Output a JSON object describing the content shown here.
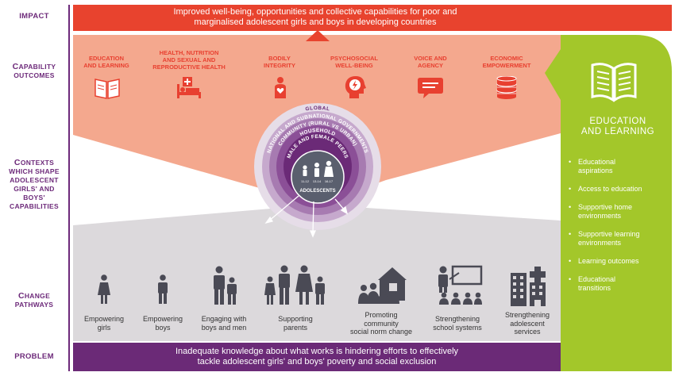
{
  "left_labels": {
    "impact": "IMPACT",
    "capability_first": "C",
    "capability_rest": "APABILITY",
    "capability_line2": "OUTCOMES",
    "contexts_first": "C",
    "contexts_rest": "ONTEXTS",
    "contexts_lines": [
      "WHICH SHAPE",
      "ADOLESCENT",
      "GIRLS' AND",
      "BOYS'",
      "CAPABILITIES"
    ],
    "change_first": "C",
    "change_rest": "HANGE",
    "change_line2": "PATHWAYS",
    "problem": "PROBLEM"
  },
  "impact": {
    "line1": "Improved well-being, opportunities and collective capabilities for poor and",
    "line2": "marginalised adolescent girls and boys in developing countries"
  },
  "capability_outcomes": [
    {
      "lines": [
        "EDUCATION",
        "AND LEARNING"
      ],
      "icon": "book-icon"
    },
    {
      "lines": [
        "HEALTH, NUTRITION",
        "AND SEXUAL AND",
        "REPRODUCTIVE HEALTH"
      ],
      "icon": "hospital-bed-icon"
    },
    {
      "lines": [
        "BODILY",
        "INTEGRITY"
      ],
      "icon": "person-heart-icon"
    },
    {
      "lines": [
        "PSYCHOSOCIAL",
        "WELL-BEING"
      ],
      "icon": "head-lightning-icon"
    },
    {
      "lines": [
        "VOICE AND",
        "AGENCY"
      ],
      "icon": "speech-bubble-icon"
    },
    {
      "lines": [
        "ECONOMIC",
        "EMPOWERMENT"
      ],
      "icon": "coins-icon"
    }
  ],
  "contexts_rings": [
    "GLOBAL",
    "NATIONAL AND SUBNATIONAL GOVERNMENTS",
    "COMMUNITY (RURAL VS URBAN)",
    "HOUSEHOLD",
    "MALE AND FEMALE PEERS"
  ],
  "adolescents": {
    "label": "ADOLESCENTS",
    "ages": [
      "11-12",
      "13-14",
      "16-17"
    ]
  },
  "change_pathways": [
    {
      "lines": [
        "Empowering",
        "girls"
      ],
      "icon": "girl-icon"
    },
    {
      "lines": [
        "Empowering",
        "boys"
      ],
      "icon": "boy-icon"
    },
    {
      "lines": [
        "Engaging with",
        "boys and men"
      ],
      "icon": "man-and-boy-icon"
    },
    {
      "lines": [
        "Supporting",
        "parents"
      ],
      "icon": "family-icon"
    },
    {
      "lines": [
        "Promoting",
        "community",
        "social norm change"
      ],
      "icon": "community-icon"
    },
    {
      "lines": [
        "Strengthening",
        "school systems"
      ],
      "icon": "classroom-icon"
    },
    {
      "lines": [
        "Strengthening",
        "adolescent",
        "services"
      ],
      "icon": "services-building-icon"
    }
  ],
  "education_panel": {
    "title_line1": "EDUCATION",
    "title_line2": "AND LEARNING",
    "icon": "open-book-icon",
    "items": [
      [
        "Educational",
        "aspirations"
      ],
      [
        "Access to education"
      ],
      [
        "Supportive home",
        "environments"
      ],
      [
        "Supportive learning",
        "environments"
      ],
      [
        "Learning outcomes"
      ],
      [
        "Educational",
        "transitions"
      ]
    ]
  },
  "problem": {
    "line1": "Inadequate knowledge about what works is hindering efforts to effectively",
    "line2": "tackle adolescent girls' and boys' poverty and social exclusion"
  },
  "colors": {
    "impact_red": "#e8432e",
    "capability_salmon": "#f4a88e",
    "purple": "#6b2a77",
    "green": "#a3c72a",
    "grey": "#d9d6d9"
  }
}
